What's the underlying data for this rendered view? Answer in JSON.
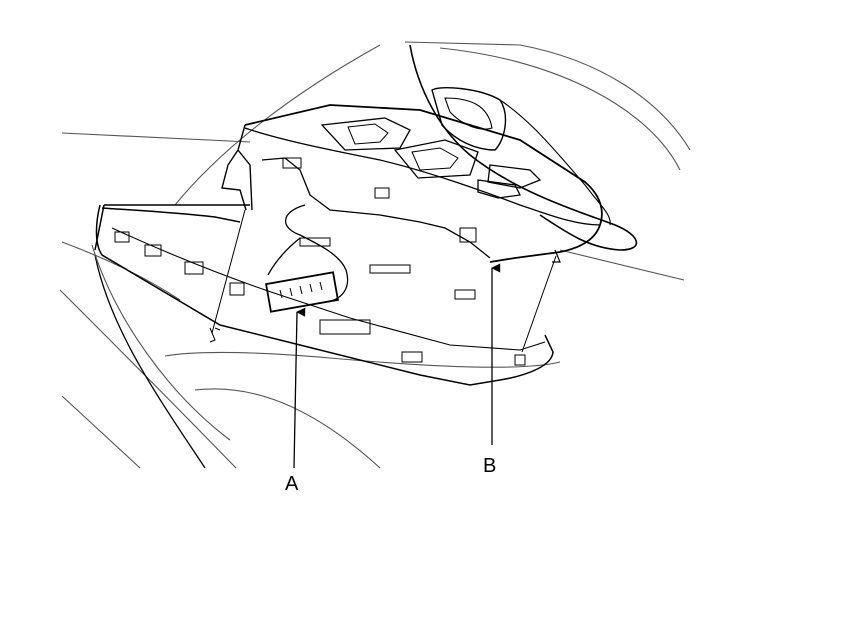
{
  "callouts": [
    {
      "id": "A",
      "label": "A"
    },
    {
      "id": "B",
      "label": "B"
    }
  ],
  "colors": {
    "line": "#000000",
    "thin_line": "#555555",
    "background": "#ffffff"
  }
}
